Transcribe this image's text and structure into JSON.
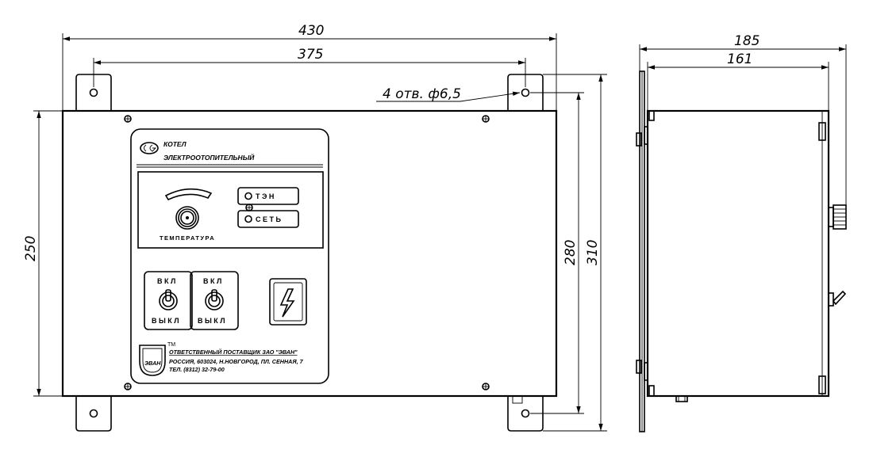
{
  "dimensions": {
    "overall_width": "430",
    "mount_spacing": "375",
    "holes_note": "4 отв. ф6,5",
    "body_height": "250",
    "mount_height": "280",
    "overall_height": "310",
    "side_depth": "185",
    "side_body_depth": "161"
  },
  "panel": {
    "title_line1": "КОТЕЛ",
    "title_line2": "ЭЛЕКТРООТОПИТЕЛЬНЫЙ",
    "indicator_heater": "ТЭН",
    "indicator_power": "СЕТЬ",
    "knob_label": "ТЕМПЕРАТУРА",
    "switch_on_label": "ВКЛ",
    "switch_off_label": "ВЫКЛ",
    "logo_text": "ЭВАН",
    "trademark": "TM",
    "supplier_line": "ОТВЕТСТВЕННЫЙ ПОСТАВЩИК ЗАО \"ЭВАН\"",
    "address_line": "РОССИЯ, 603024, Н.НОВГОРОД, ПЛ. СЕННАЯ, 7",
    "phone_line": "ТЕЛ. (8312) 32-79-00"
  }
}
